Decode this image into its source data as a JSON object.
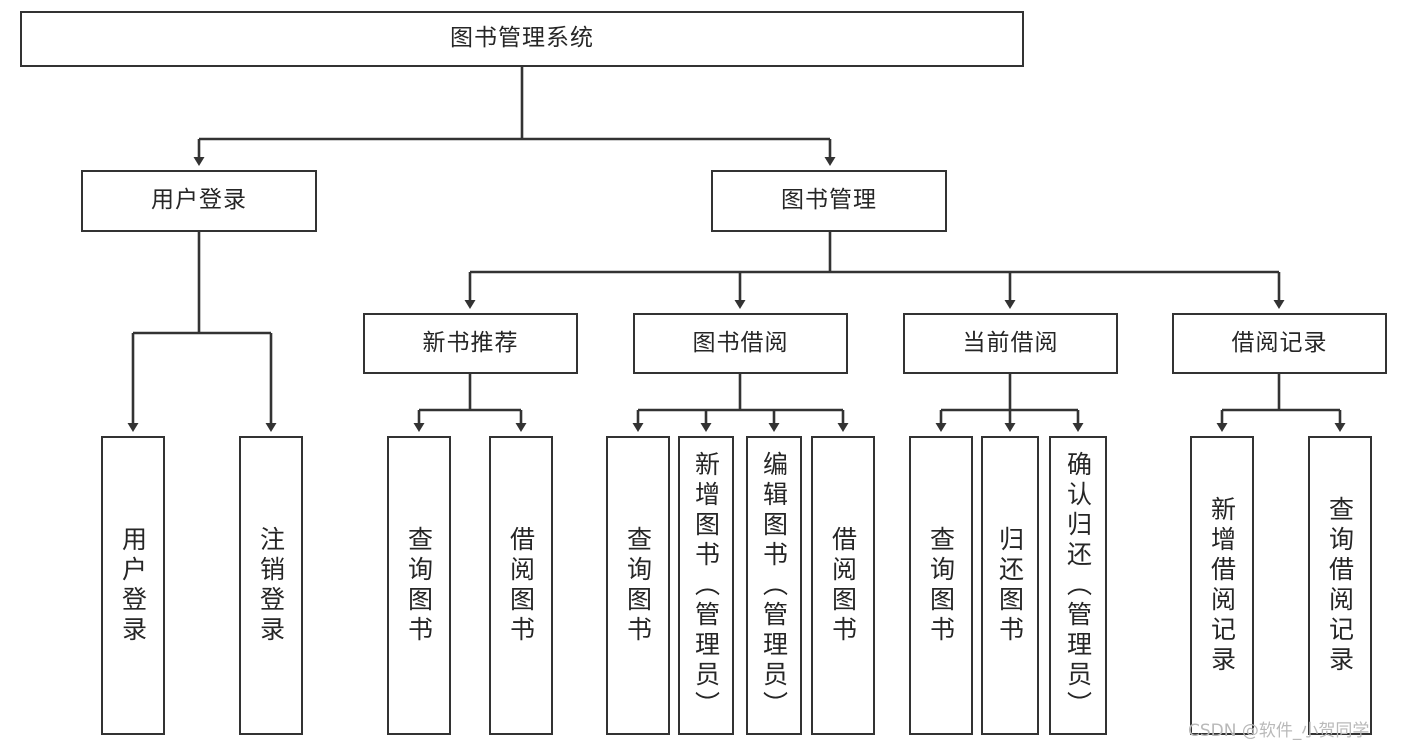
{
  "diagram": {
    "title": "图书管理系统",
    "type": "tree",
    "orientation": "top-down",
    "colors": {
      "box_border": "#333333",
      "box_fill": "#ffffff",
      "connector": "#333333",
      "text": "#262626",
      "watermark": "#b9b9b9",
      "background": "#ffffff"
    }
  },
  "root": {
    "label": "图书管理系统"
  },
  "level2": [
    {
      "label": "用户登录"
    },
    {
      "label": "图书管理"
    }
  ],
  "level3": [
    {
      "label": "新书推荐"
    },
    {
      "label": "图书借阅"
    },
    {
      "label": "当前借阅"
    },
    {
      "label": "借阅记录"
    }
  ],
  "leaves": {
    "user_login": [
      {
        "label": "用户登录"
      },
      {
        "label": "注销登录"
      }
    ],
    "new_book_recommend": [
      {
        "label": "查询图书"
      },
      {
        "label": "借阅图书"
      }
    ],
    "book_borrow": [
      {
        "label": "查询图书"
      },
      {
        "label": "新增图书（管理员）"
      },
      {
        "label": "编辑图书（管理员）"
      },
      {
        "label": "借阅图书"
      }
    ],
    "current_borrow": [
      {
        "label": "查询图书"
      },
      {
        "label": "归还图书"
      },
      {
        "label": "确认归还（管理员）"
      }
    ],
    "borrow_record": [
      {
        "label": "新增借阅记录"
      },
      {
        "label": "查询借阅记录"
      }
    ]
  },
  "watermark": {
    "text": "CSDN @软件_小贺同学"
  }
}
